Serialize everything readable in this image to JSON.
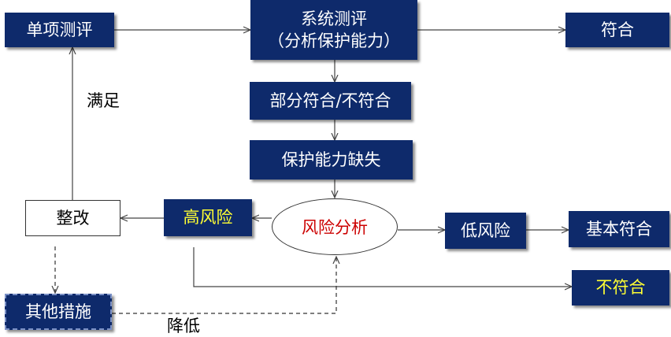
{
  "diagram": {
    "nodes": {
      "single_test": "单项测评",
      "system_test_line1": "系统测评",
      "system_test_line2": "（分析保护能力）",
      "conform": "符合",
      "partial_conform": "部分符合/不符合",
      "capability_missing": "保护能力缺失",
      "risk_analysis": "风险分析",
      "high_risk": "高风险",
      "low_risk": "低风险",
      "basic_conform": "基本符合",
      "rectify": "整改",
      "other_measures": "其他措施",
      "not_conform": "不符合"
    },
    "labels": {
      "satisfied": "满足",
      "reduce": "降低"
    },
    "colors": {
      "box_fill": "#0e2a6b",
      "highlight_text": "#ffff33",
      "risk_text": "#cc0000",
      "dashed_border": "#7a90c6"
    }
  }
}
